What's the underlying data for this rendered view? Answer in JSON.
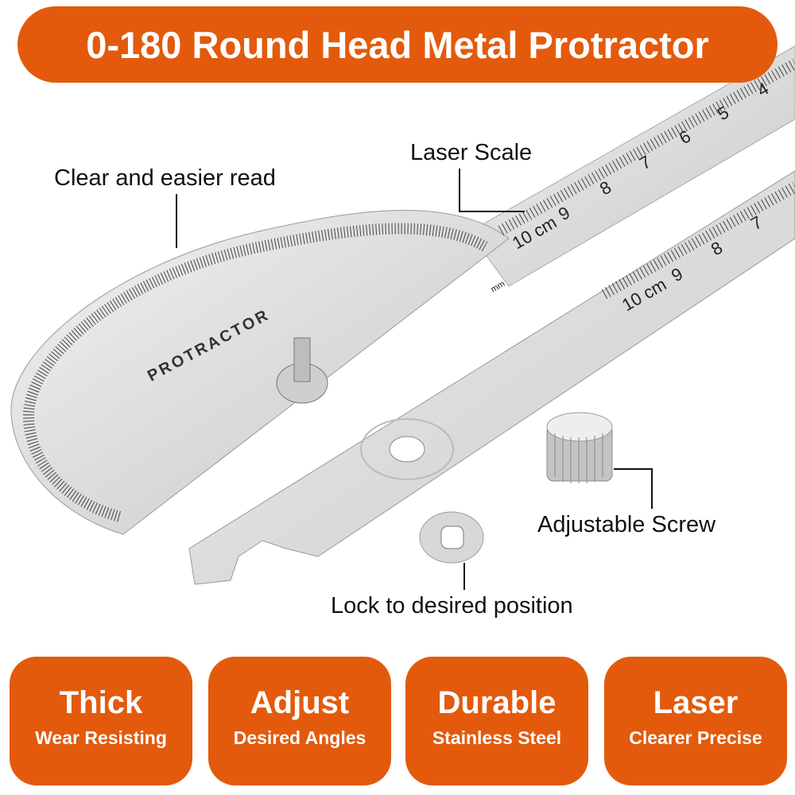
{
  "title": "0-180 Round Head Metal Protractor",
  "accent_color": "#E35A0C",
  "callouts": {
    "clear": "Clear and easier read",
    "laser_scale": "Laser Scale",
    "adjustable_screw": "Adjustable Screw",
    "lock": "Lock to desired position"
  },
  "protractor": {
    "brand": "PROTRACTOR",
    "unit": "mm",
    "ruler_numbers": [
      "4",
      "5",
      "6",
      "7",
      "8",
      "9",
      "10 cm"
    ],
    "arm_numbers": [
      "7",
      "8",
      "9",
      "10 cm"
    ]
  },
  "features": [
    {
      "heading": "Thick",
      "sub": "Wear Resisting"
    },
    {
      "heading": "Adjust",
      "sub": "Desired Angles"
    },
    {
      "heading": "Durable",
      "sub": "Stainless Steel"
    },
    {
      "heading": "Laser",
      "sub": "Clearer Precise"
    }
  ]
}
